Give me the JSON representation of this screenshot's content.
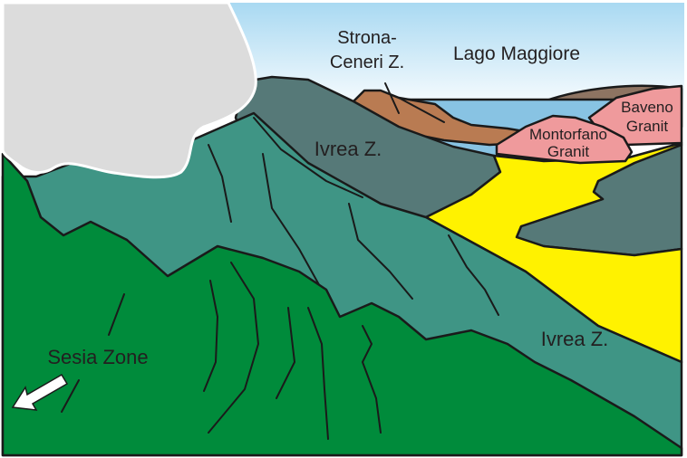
{
  "labels": {
    "strona_1": "Strona-",
    "strona_2": "Ceneri Z.",
    "lago": "Lago Maggiore",
    "ivrea_upper": "Ivrea Z.",
    "ivrea_lower": "Ivrea Z.",
    "montorfano_1": "Montorfano",
    "montorfano_2": "Granit",
    "baveno_1": "Baveno",
    "baveno_2": "Granit",
    "sesia": "Sesia Zone"
  },
  "colors": {
    "sky_top": "#a9d9f2",
    "sky_bottom": "#ffffff",
    "glacier": "#dcdcdc",
    "ivrea_dark": "#567978",
    "ivrea_teal": "#3f9585",
    "sesia_green": "#008b3b",
    "sediment_yellow": "#fff200",
    "granite_pink": "#ef9a9c",
    "strona_brown": "#b97b52",
    "far_hill": "#8e7462",
    "lake": "#88c3e3"
  }
}
